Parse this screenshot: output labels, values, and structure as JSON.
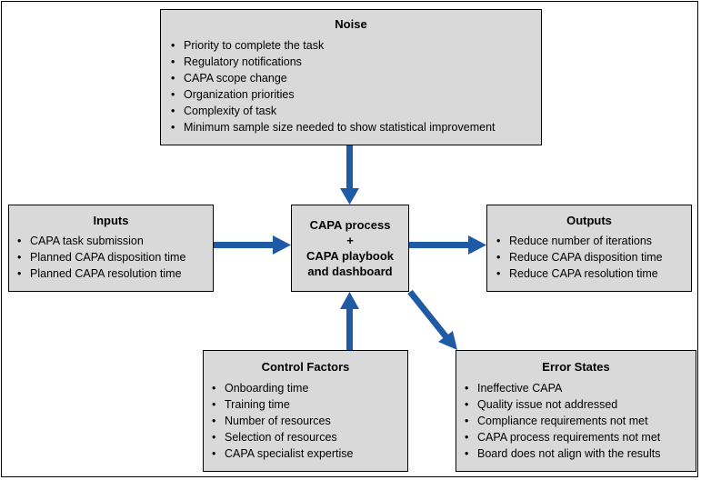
{
  "noise": {
    "title": "Noise",
    "items": [
      "Priority to complete the task",
      "Regulatory notifications",
      "CAPA scope change",
      "Organization priorities",
      "Complexity of task",
      "Minimum sample size needed to show statistical improvement"
    ]
  },
  "inputs": {
    "title": "Inputs",
    "items": [
      "CAPA task submission",
      "Planned CAPA disposition time",
      "Planned CAPA resolution time"
    ]
  },
  "center": {
    "lines": [
      "CAPA process",
      "+",
      "CAPA playbook",
      "and dashboard"
    ]
  },
  "outputs": {
    "title": "Outputs",
    "items": [
      "Reduce number of iterations",
      "Reduce CAPA disposition time",
      "Reduce CAPA resolution time"
    ]
  },
  "control": {
    "title": "Control Factors",
    "items": [
      "Onboarding time",
      "Training time",
      "Number of resources",
      "Selection of resources",
      "CAPA specialist expertise"
    ]
  },
  "error": {
    "title": "Error States",
    "items": [
      "Ineffective CAPA",
      "Quality issue not addressed",
      "Compliance requirements not met",
      "CAPA process requirements not met",
      "Board does not align with the results"
    ]
  },
  "colors": {
    "box_fill": "#d9d9d9",
    "arrow": "#1f5aa6"
  }
}
